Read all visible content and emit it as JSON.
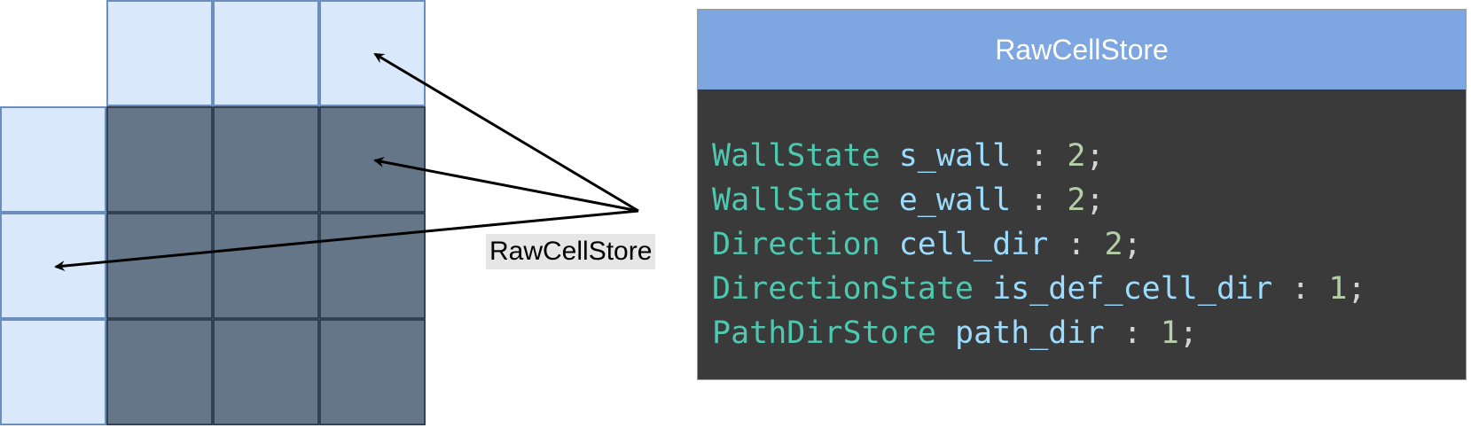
{
  "grid": {
    "rows": [
      [
        "none",
        "light",
        "light",
        "light"
      ],
      [
        "light",
        "dark",
        "dark",
        "dark"
      ],
      [
        "light",
        "dark",
        "dark",
        "dark"
      ],
      [
        "light",
        "dark",
        "dark",
        "dark"
      ]
    ],
    "colors": {
      "light_fill": "#dae8fc",
      "light_stroke": "#6c8ebf",
      "dark_fill": "#647687",
      "dark_stroke": "#314354"
    }
  },
  "arrows": {
    "label": "RawCellStore",
    "targets": [
      {
        "row": 0,
        "col": 3
      },
      {
        "row": 1,
        "col": 3
      },
      {
        "row": 2,
        "col": 0
      }
    ]
  },
  "struct": {
    "title": "RawCellStore",
    "header_color": "#7ea6e0",
    "body_color": "#3a3a3a",
    "fields": [
      {
        "type": "WallState",
        "name": "s_wall",
        "bits": "2"
      },
      {
        "type": "WallState",
        "name": "e_wall",
        "bits": "2"
      },
      {
        "type": "Direction",
        "name": "cell_dir",
        "bits": "2"
      },
      {
        "type": "DirectionState",
        "name": "is_def_cell_dir",
        "bits": "1"
      },
      {
        "type": "PathDirStore",
        "name": "path_dir",
        "bits": "1"
      }
    ]
  }
}
